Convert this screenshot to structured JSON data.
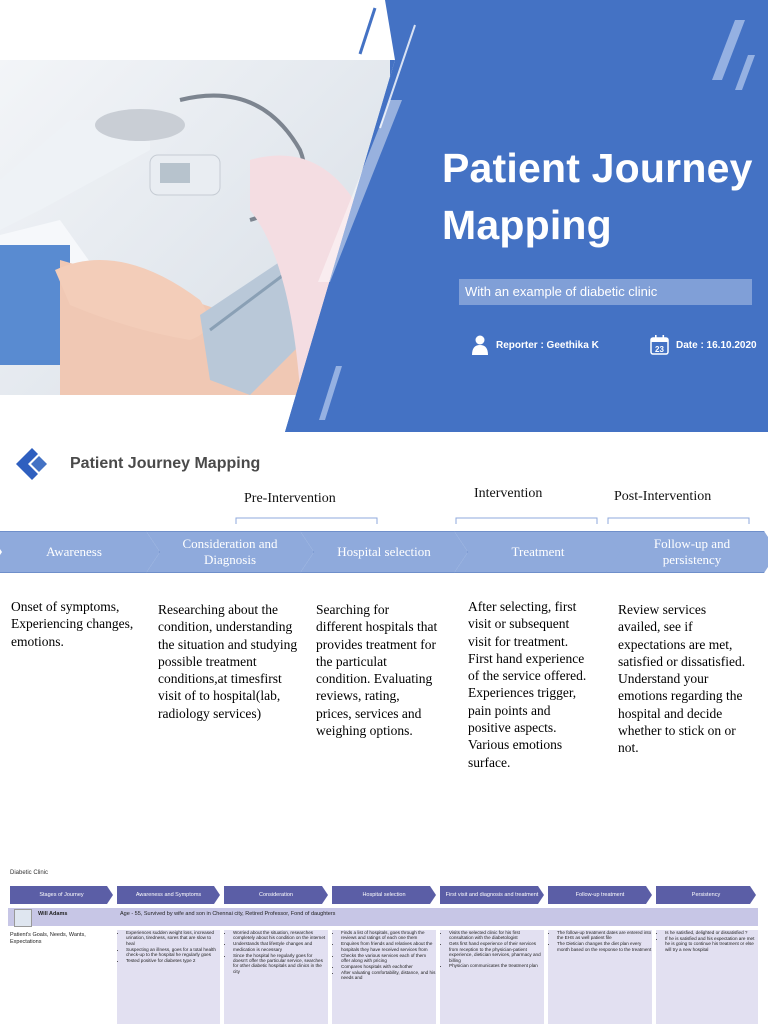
{
  "cover": {
    "title": "Patient Journey Mapping",
    "subtitle": "With an example of diabetic clinic",
    "reporter": "Reporter : Geethika K",
    "date": "Date : 16.10.2020",
    "calendar_day": "23"
  },
  "map": {
    "heading": "Patient Journey Mapping",
    "phases": [
      "Pre-Intervention",
      "Intervention",
      "Post-Intervention"
    ],
    "stages": [
      "Awareness",
      "Consideration and Diagnosis",
      "Hospital selection",
      "Treatment",
      "Follow-up and persistency"
    ],
    "descriptions": [
      "Onset of symptoms, Experiencing changes, emotions.",
      "Researching about the condition, understanding the situation and studying possible treatment conditions,at timesfirst visit of to hospital(lab, radiology services)",
      "Searching for different hospitals that provides treatment for the particulat condition. Evaluating reviews, rating, prices, services and weighing options.",
      "After selecting, first visit or subsequent visit for treatment. First hand experience of the service offered. Experiences trigger, pain points and positive aspects. Various emotions surface.",
      "Review services availed, see if expectations are met, satisfied or dissatisfied. Understand your emotions regarding the hospital and decide whether to stick on or not."
    ]
  },
  "table": {
    "title": "Diabetic Clinic",
    "headers": [
      "Stages of Journey",
      "Awareness and Symptoms",
      "Consideration",
      "Hospital selection",
      "First visit and diagnosis and treatment",
      "Follow-up treatment",
      "Persistency"
    ],
    "person_name": "Will Adams",
    "person_info": "Age - 55, Survived by wife and son in Chennai city, Retired Professor, Fond of daughters",
    "row_label": "Patient's Goals, Needs, Wants, Expectations",
    "cells": [
      [
        "Experiences sudden weight loss, increased urination, tiredness, sores that are slow to heal",
        "Suspecting an illness, goes for a total health check-up to the hospital he regularly goes",
        "Tested positive for diabetes type 2"
      ],
      [
        "Worried about the situation, researches completely about his condition on the internet",
        "Understands that lifestyle changes and medication is necessary",
        "Since the hospital he regularly goes for doesn't offer the particular service, searches for other diabetic hospitals and clinics in the city"
      ],
      [
        "Finds a list of hospitals, goes through the reviews and ratings of each one them",
        "Enquires from friends and relatives about the hospitals they have received services from",
        "Checks the various services each of them offer along with pricing",
        "Compares hospitals with eachother",
        "After valuating comfortability, distance, and his needs and"
      ],
      [
        "Visits the selected clinic for his first consultation with the diabetologist",
        "Gets first hand experience of their services from reception to the physician-patient experience, dietician services, pharmacy and billing",
        "Physician communicates the treatment plan"
      ],
      [
        "The follow-up treatment dates are entered into the EHS as well patient file",
        "The Dietician changes the diet plan every month based on the response to the treatment"
      ],
      [
        "Is he satisfied, delighted or dissatisfied ?",
        "If he is satisfied and his expectation are met he is going to continue his treatment or else will try a new hospital"
      ]
    ]
  },
  "colors": {
    "panel_blue": "#4472c4",
    "stage_fill": "#8faadc",
    "table_header": "#5b5ea6"
  }
}
